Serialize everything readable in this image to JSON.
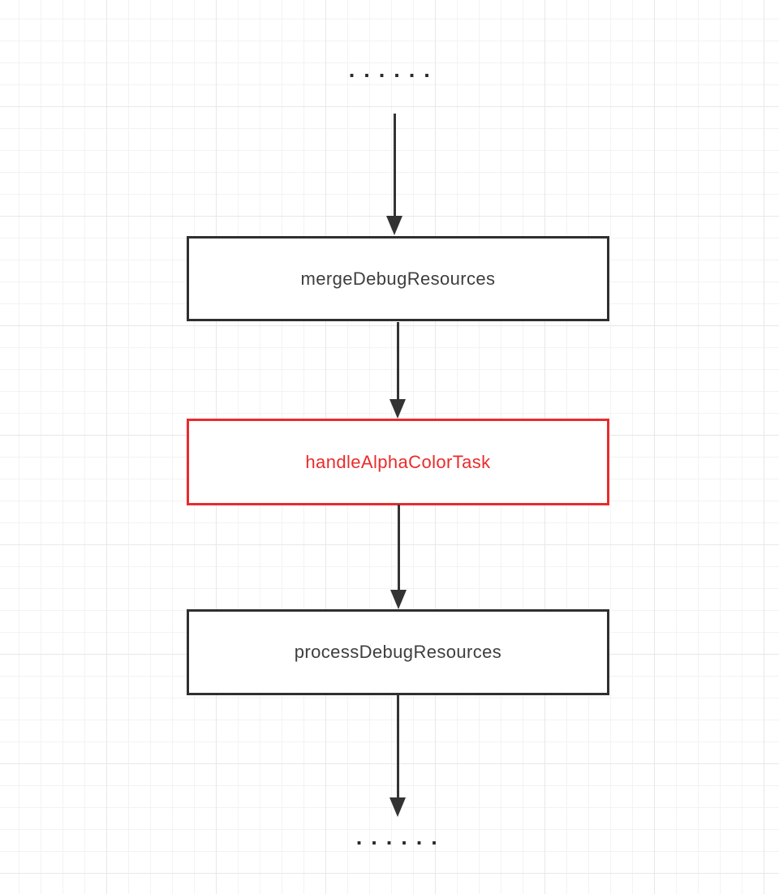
{
  "flow": {
    "top_ellipsis": "· · · · · ·",
    "bottom_ellipsis": "· · · · · ·",
    "nodes": [
      {
        "label": "mergeDebugResources",
        "border_color": "#2f2f2f",
        "text_color": "#3e3e3e",
        "state": "default"
      },
      {
        "label": "handleAlphaColorTask",
        "border_color": "#ea2b2b",
        "text_color": "#ea2b2b",
        "state": "highlighted"
      },
      {
        "label": "processDebugResources",
        "border_color": "#2f2f2f",
        "text_color": "#3e3e3e",
        "state": "default"
      }
    ],
    "arrow_color": "#333333",
    "grid": {
      "background": "#ffffff",
      "minor_line_color": "#f3f3f3",
      "major_line_color": "#e8e8e8"
    }
  }
}
